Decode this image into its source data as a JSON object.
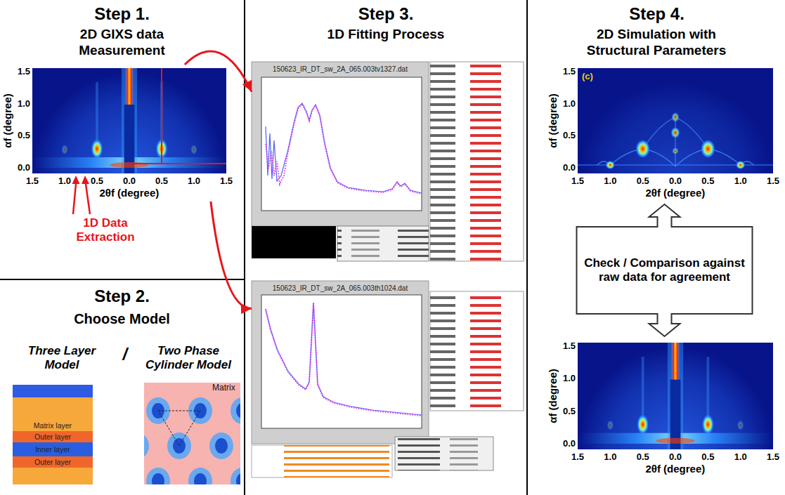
{
  "diagram": {
    "nodes": [
      {
        "text": [
          "Step 1.",
          "2D GIXS data Measurement"
        ]
      },
      {
        "text": [
          "αf (degree)",
          "2θf (degree)"
        ],
        "in": 0
      },
      {
        "text": [
          "Step 2.",
          "Choose Model"
        ]
      },
      {
        "text": [
          "Three Layer Model"
        ],
        "in": 2
      },
      {
        "text": [
          "Matrix layer"
        ],
        "in": 3
      },
      {
        "text": [
          "Outer layer"
        ],
        "in": 3
      },
      {
        "text": [
          "Inner layer"
        ],
        "in": 3
      },
      {
        "text": [
          "Outer layer"
        ],
        "in": 3
      },
      {
        "text": [
          "Two Phase Cylinder Model",
          "Matrix"
        ],
        "in": 2
      },
      {
        "text": [
          "Step 3.",
          "1D Fitting Process"
        ]
      },
      {
        "text": [
          "150623_IR_DT_sw_2A_065.003tv1327.dat"
        ],
        "in": 9
      },
      {
        "text": [
          "150623_IR_DT_sw_2A_065.003th1024.dat"
        ],
        "in": 9
      },
      {
        "text": [
          "Step 4.",
          "2D Simulation with Structural Parameters"
        ]
      },
      {
        "text": [
          "(c)",
          "αf (degree)",
          "2θf (degree)"
        ],
        "in": 12
      },
      {
        "text": [
          "αf (degree)",
          "2θf (degree)"
        ],
        "in": 12
      }
    ],
    "edges": [
      {
        "from": 1,
        "to": 10,
        "arrow": "to"
      },
      {
        "from": 1,
        "to": 11,
        "arrow": "to"
      },
      {
        "from": 13,
        "to": 14,
        "arrow": "both",
        "label": "Check / Comparison against raw data for agreement"
      }
    ],
    "labels": [
      "1D Data Extraction",
      "/",
      "1.5",
      "1.0",
      "0.5",
      "0.0",
      "1.5",
      "1.0",
      "0.5",
      "0.0",
      "0.5",
      "1.0",
      "1.5",
      "1.5",
      "1.0",
      "0.5",
      "0.0",
      "1.5",
      "1.0",
      "0.5",
      "0.0",
      "0.5",
      "1.0",
      "1.5",
      "1.5",
      "1.0",
      "0.5",
      "0.0",
      "1.5",
      "1.0",
      "0.5",
      "0.0",
      "0.5",
      "1.0",
      "1.5"
    ]
  }
}
